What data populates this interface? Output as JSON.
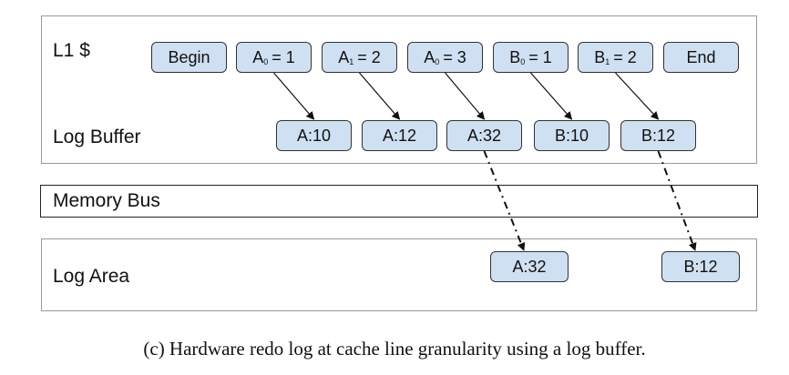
{
  "rows": {
    "l1": "L1 $",
    "log_buffer": "Log Buffer",
    "memory_bus": "Memory Bus",
    "log_area": "Log Area"
  },
  "l1_entries": [
    {
      "name": "Begin",
      "sub": "",
      "rest": ""
    },
    {
      "name": "A",
      "sub": "0",
      "rest": "= 1"
    },
    {
      "name": "A",
      "sub": "1",
      "rest": "= 2"
    },
    {
      "name": "A",
      "sub": "0",
      "rest": "= 3"
    },
    {
      "name": "B",
      "sub": "0",
      "rest": "= 1"
    },
    {
      "name": "B",
      "sub": "1",
      "rest": "= 2"
    },
    {
      "name": "End",
      "sub": "",
      "rest": ""
    }
  ],
  "log_buffer_entries": [
    "A:10",
    "A:12",
    "A:32",
    "B:10",
    "B:12"
  ],
  "log_area_entries": [
    "A:32",
    "B:12"
  ],
  "edges": [
    {
      "from": "l1-1",
      "to": "buf-0",
      "style": "solid"
    },
    {
      "from": "l1-2",
      "to": "buf-1",
      "style": "solid"
    },
    {
      "from": "l1-3",
      "to": "buf-2",
      "style": "solid"
    },
    {
      "from": "l1-4",
      "to": "buf-3",
      "style": "solid"
    },
    {
      "from": "l1-5",
      "to": "buf-4",
      "style": "solid"
    },
    {
      "from": "buf-2",
      "to": "area-0",
      "style": "dash-dot"
    },
    {
      "from": "buf-4",
      "to": "area-1",
      "style": "dash-dot"
    }
  ],
  "colors": {
    "box_fill": "#cfe0f2",
    "box_border": "#333333",
    "panel_border": "#9a9a9a"
  },
  "caption": "(c) Hardware redo log at cache line granularity using a log buffer."
}
